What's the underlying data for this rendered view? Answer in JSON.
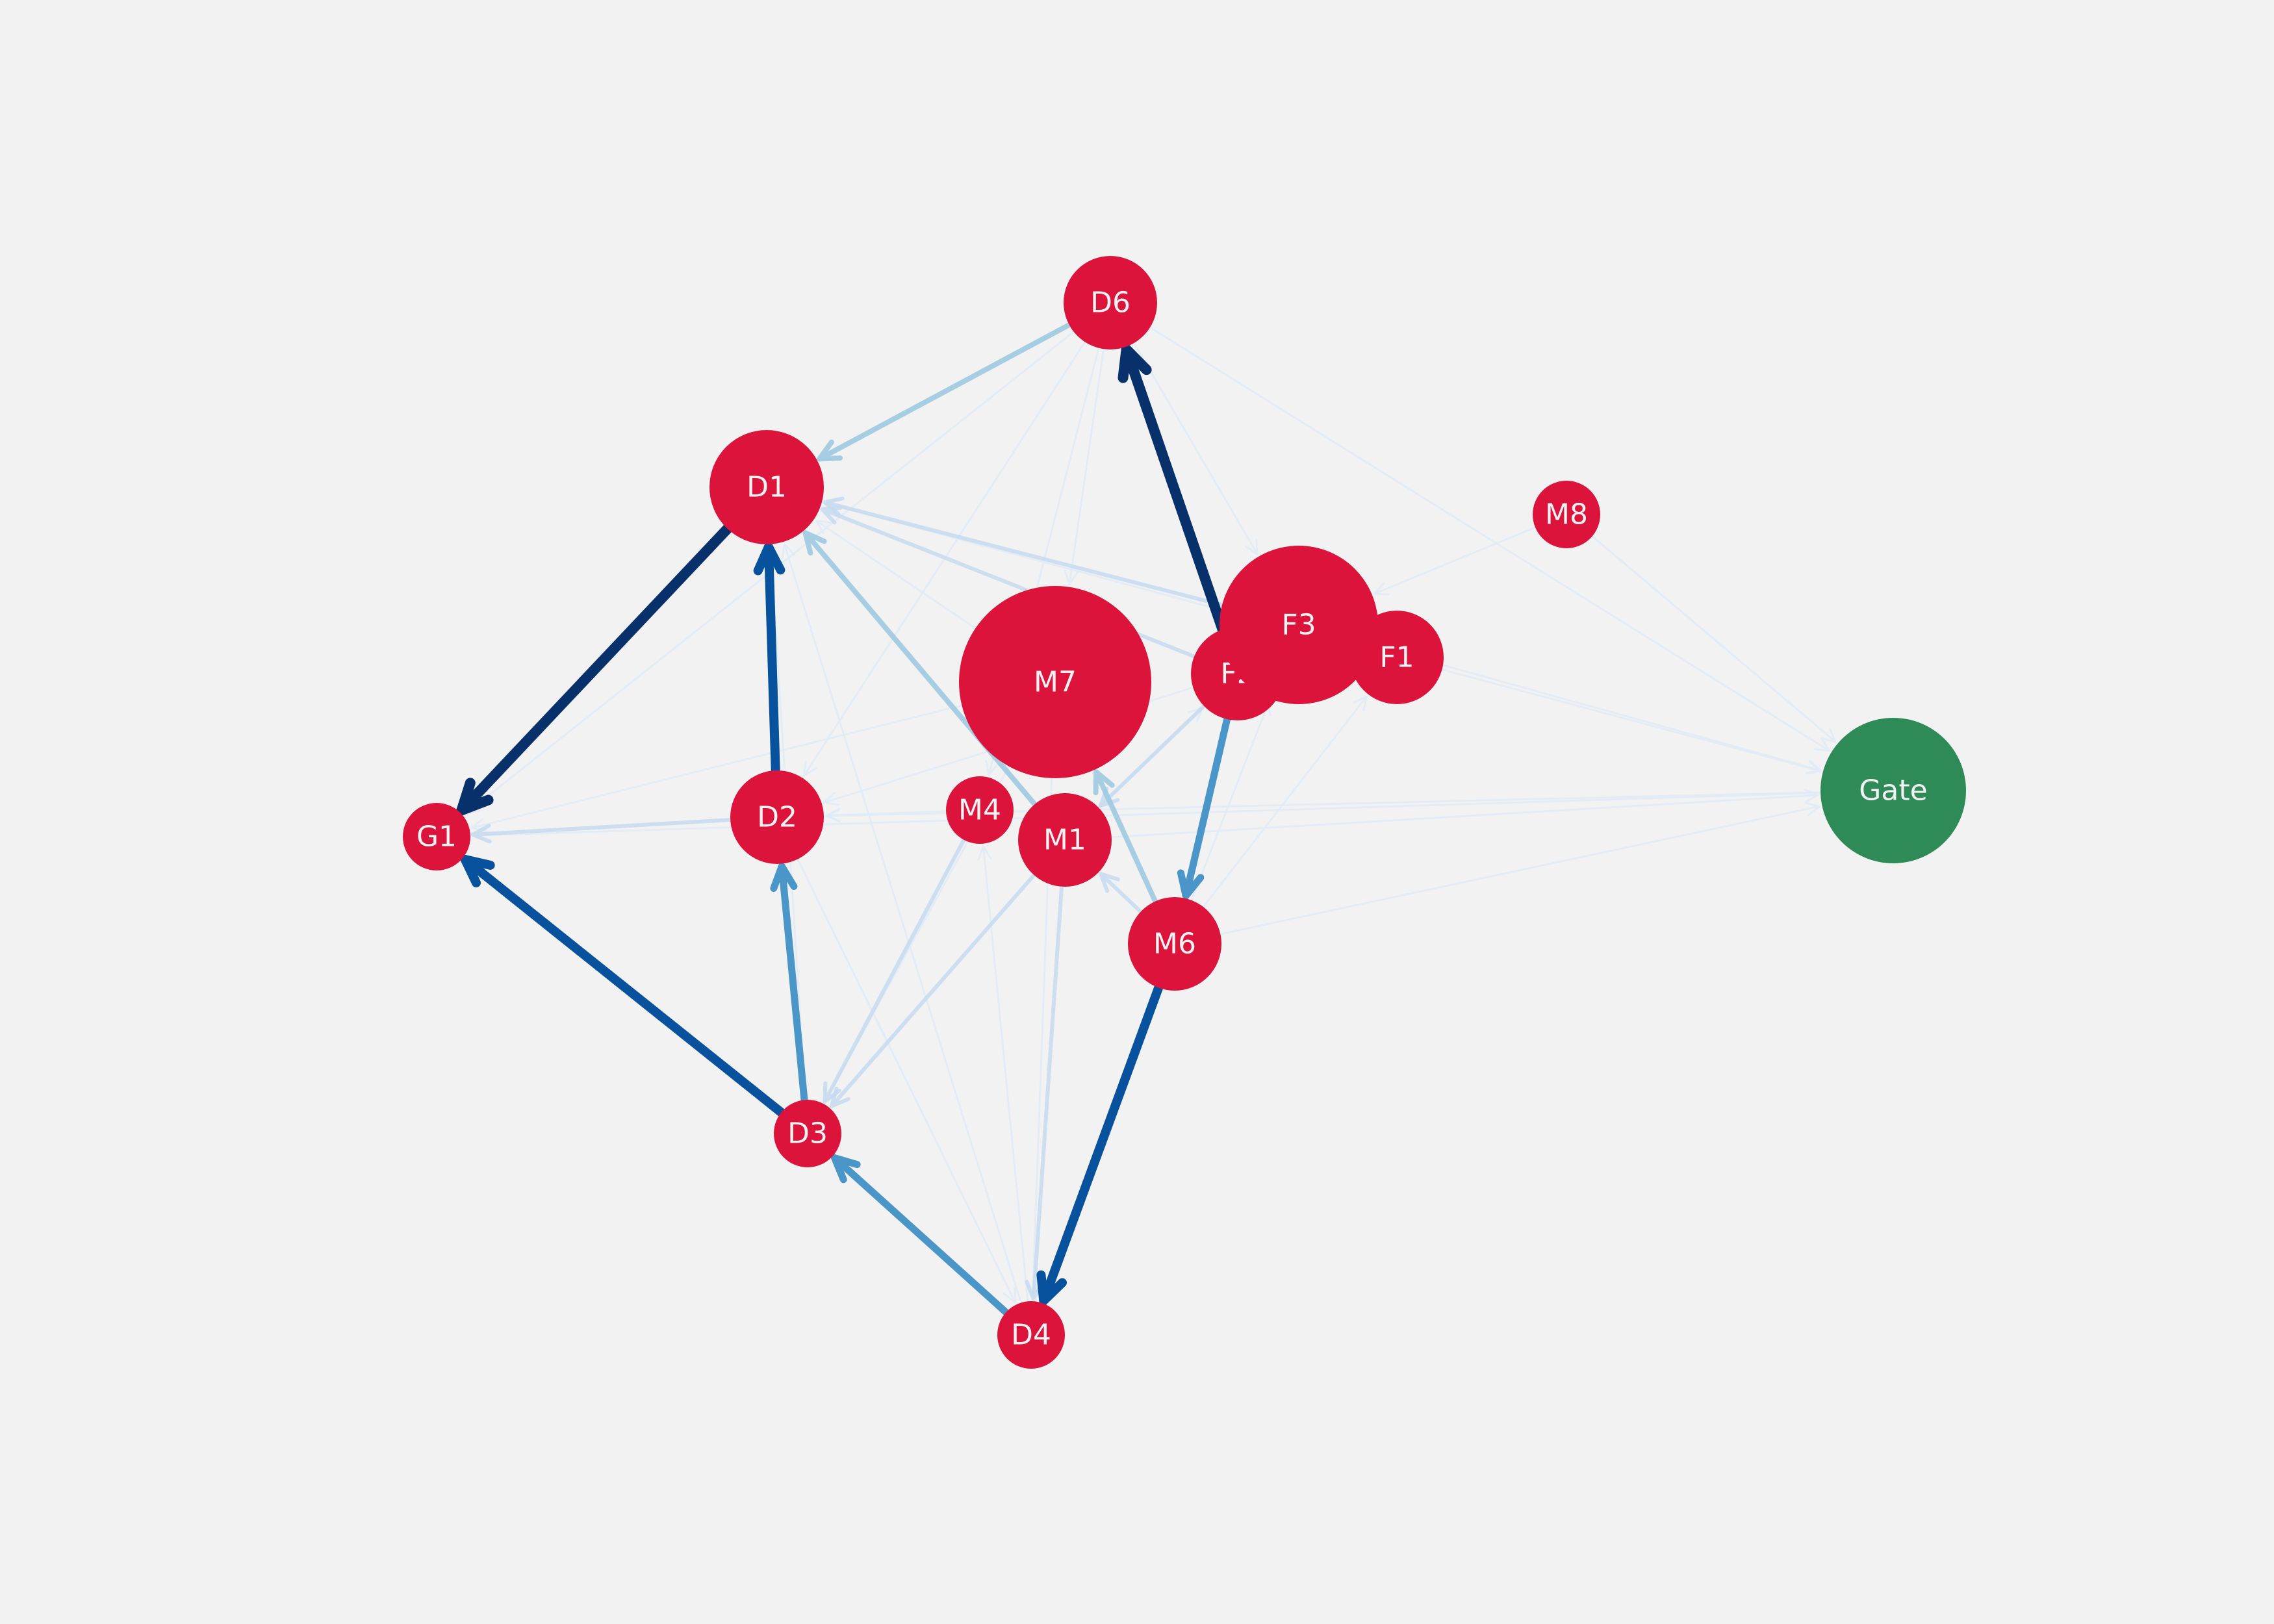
{
  "colors": {
    "background": "#f2f2f2",
    "node_default": "#dc143c",
    "node_gate": "#2e8b57",
    "label": "#f2f2f2",
    "edge_scale": [
      "#deebf7",
      "#c6dbef",
      "#9ecae1",
      "#4292c6",
      "#08519c",
      "#08306b"
    ]
  },
  "nodes": [
    {
      "id": "D1",
      "label": "D1",
      "size": 3
    },
    {
      "id": "D2",
      "label": "D2",
      "size": 2
    },
    {
      "id": "D3",
      "label": "D3",
      "size": 1
    },
    {
      "id": "D4",
      "label": "D4",
      "size": 1
    },
    {
      "id": "D6",
      "label": "D6",
      "size": 2
    },
    {
      "id": "G1",
      "label": "G1",
      "size": 1
    },
    {
      "id": "M1",
      "label": "M1",
      "size": 2
    },
    {
      "id": "M4",
      "label": "M4",
      "size": 1
    },
    {
      "id": "M6",
      "label": "M6",
      "size": 2
    },
    {
      "id": "M7",
      "label": "M7",
      "size": 6
    },
    {
      "id": "M8",
      "label": "M8",
      "size": 1
    },
    {
      "id": "F1",
      "label": "F1",
      "size": 2
    },
    {
      "id": "F2",
      "label": "F2",
      "size": 2
    },
    {
      "id": "F3",
      "label": "F3",
      "size": 5
    },
    {
      "id": "Gate",
      "label": "Gate",
      "size": 4,
      "color": "#2e8b57"
    }
  ],
  "edges": [
    {
      "from": "D1",
      "to": "G1",
      "weight": 5
    },
    {
      "from": "F2",
      "to": "D6",
      "weight": 5
    },
    {
      "from": "M6",
      "to": "D4",
      "weight": 4
    },
    {
      "from": "D3",
      "to": "G1",
      "weight": 4
    },
    {
      "from": "D2",
      "to": "D1",
      "weight": 4
    },
    {
      "from": "D3",
      "to": "D2",
      "weight": 3
    },
    {
      "from": "D4",
      "to": "D3",
      "weight": 3
    },
    {
      "from": "F2",
      "to": "M6",
      "weight": 3
    },
    {
      "from": "M6",
      "to": "M7",
      "weight": 2
    },
    {
      "from": "D6",
      "to": "D1",
      "weight": 2
    },
    {
      "from": "M1",
      "to": "D1",
      "weight": 2
    },
    {
      "from": "D2",
      "to": "G1",
      "weight": 1
    },
    {
      "from": "M6",
      "to": "M1",
      "weight": 1
    },
    {
      "from": "M4",
      "to": "D3",
      "weight": 1
    },
    {
      "from": "M1",
      "to": "D3",
      "weight": 1
    },
    {
      "from": "M1",
      "to": "D4",
      "weight": 1
    },
    {
      "from": "F2",
      "to": "D1",
      "weight": 1
    },
    {
      "from": "F2",
      "to": "M1",
      "weight": 1
    },
    {
      "from": "F3",
      "to": "D1",
      "weight": 1
    },
    {
      "from": "D4",
      "to": "M4",
      "weight": 0
    },
    {
      "from": "M4",
      "to": "D2",
      "weight": 0
    },
    {
      "from": "F2",
      "to": "D2",
      "weight": 0
    },
    {
      "from": "Gate",
      "to": "D2",
      "weight": 0
    },
    {
      "from": "Gate",
      "to": "G1",
      "weight": 0
    },
    {
      "from": "M7",
      "to": "G1",
      "weight": 0
    },
    {
      "from": "M7",
      "to": "D1",
      "weight": 0
    },
    {
      "from": "F1",
      "to": "D1",
      "weight": 0
    },
    {
      "from": "D3",
      "to": "D1",
      "weight": 0
    },
    {
      "from": "D4",
      "to": "D1",
      "weight": 0
    },
    {
      "from": "D6",
      "to": "G1",
      "weight": 0
    },
    {
      "from": "D6",
      "to": "D2",
      "weight": 0
    },
    {
      "from": "D6",
      "to": "M7",
      "weight": 0
    },
    {
      "from": "D6",
      "to": "F3",
      "weight": 0
    },
    {
      "from": "D6",
      "to": "Gate",
      "weight": 0
    },
    {
      "from": "D6",
      "to": "M4",
      "weight": 0
    },
    {
      "from": "M8",
      "to": "Gate",
      "weight": 0
    },
    {
      "from": "M8",
      "to": "F3",
      "weight": 0
    },
    {
      "from": "F3",
      "to": "Gate",
      "weight": 0
    },
    {
      "from": "F1",
      "to": "Gate",
      "weight": 0
    },
    {
      "from": "M6",
      "to": "Gate",
      "weight": 0
    },
    {
      "from": "M1",
      "to": "Gate",
      "weight": 0
    },
    {
      "from": "D2",
      "to": "D4",
      "weight": 0
    },
    {
      "from": "M7",
      "to": "D4",
      "weight": 0
    },
    {
      "from": "M6",
      "to": "F1",
      "weight": 0
    },
    {
      "from": "M6",
      "to": "F3",
      "weight": 0
    },
    {
      "from": "M7",
      "to": "D3",
      "weight": 0
    },
    {
      "from": "M1",
      "to": "F2",
      "weight": 0
    }
  ]
}
